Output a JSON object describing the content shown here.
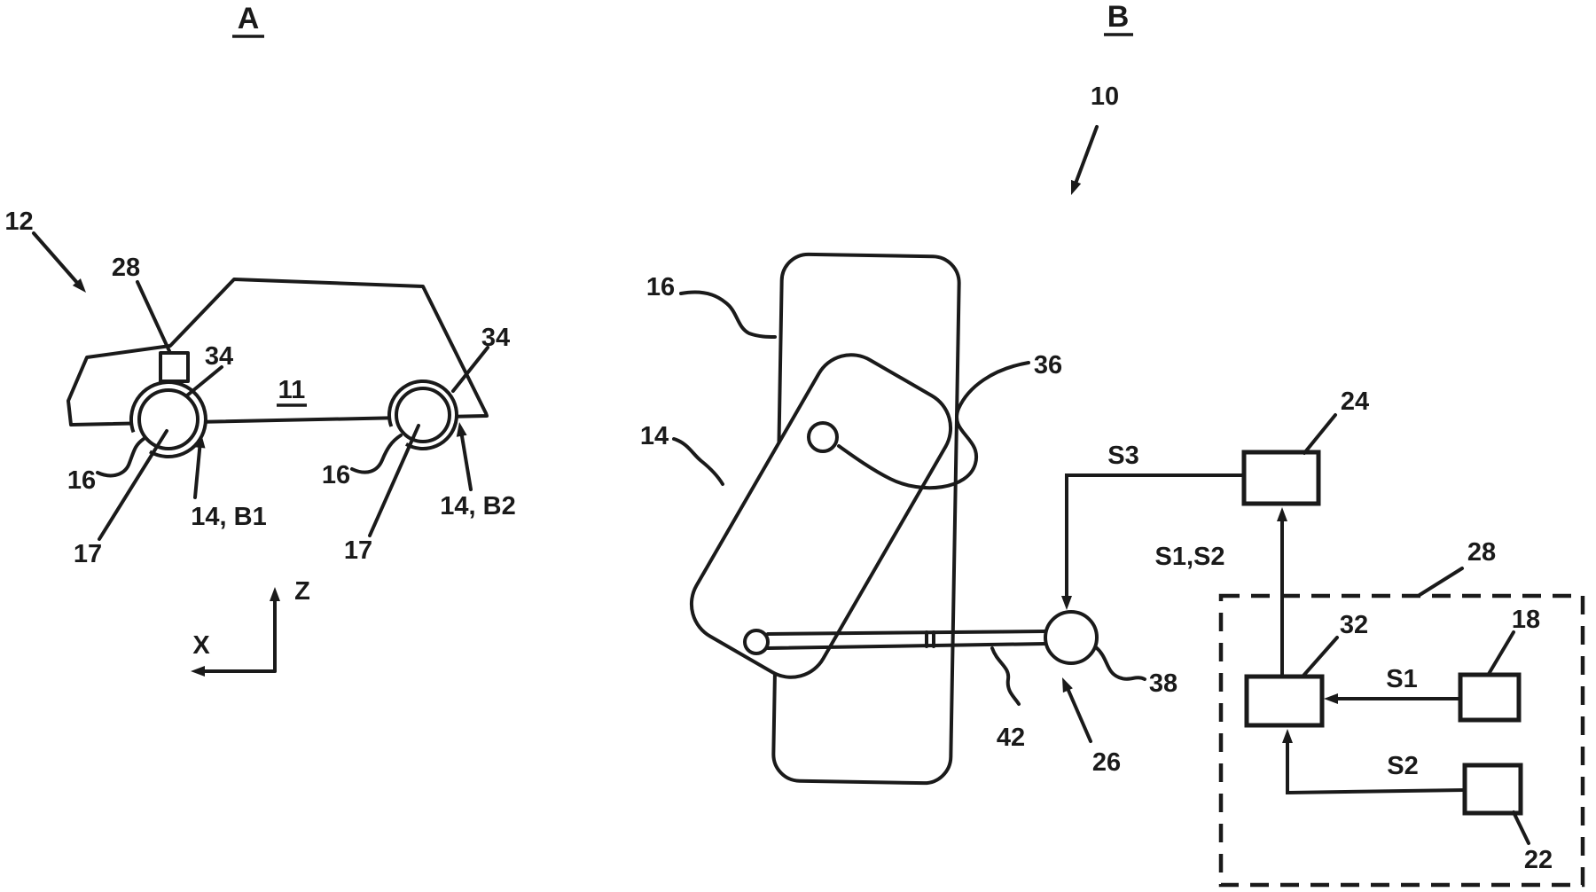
{
  "colors": {
    "line": "#1a1a1a",
    "background": "#ffffff"
  },
  "panel_a": {
    "title": "A",
    "ref_vehicle": "12",
    "ref_control_unit": "28",
    "ref_disc_front": "34",
    "ref_disc_rear": "34",
    "ref_body": "11",
    "ref_wheel_front": "16",
    "ref_wheel_rear": "16",
    "ref_tire_front": "17",
    "ref_tire_rear": "17",
    "ref_brake_front": "14, B1",
    "ref_brake_rear": "14, B2",
    "axis_x": "X",
    "axis_z": "Z"
  },
  "panel_b": {
    "title": "B",
    "ref_assembly": "10",
    "ref_wheel": "16",
    "ref_disc": "14",
    "ref_caliper": "36",
    "ref_ball_joint": "38",
    "ref_tie_rod": "42",
    "ref_actuator": "26",
    "ref_ecu": "24",
    "ref_sensor_unit": "28",
    "ref_processor": "32",
    "ref_sensor_1": "18",
    "ref_sensor_2": "22",
    "sig_s1": "S1",
    "sig_s2": "S2",
    "sig_s3": "S3",
    "sig_s1s2": "S1,S2"
  }
}
